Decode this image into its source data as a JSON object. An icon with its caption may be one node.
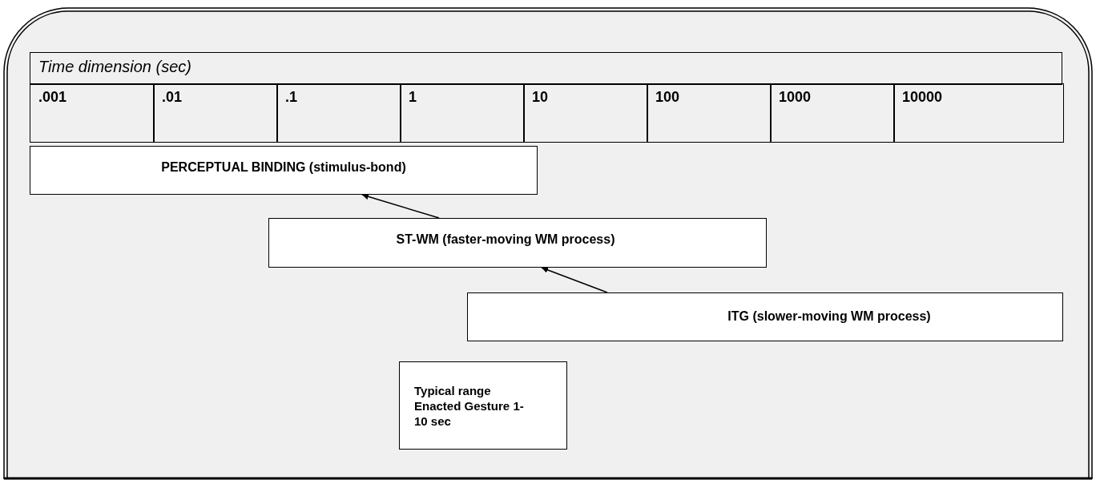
{
  "diagram": {
    "nodes": [
      {
        "text": [
          "PERCEPTUAL BINDING (stimulus-bond)"
        ]
      },
      {
        "text": [
          "ST-WM (faster-moving WM process)"
        ]
      },
      {
        "text": [
          "ITG (slower-moving WM process)"
        ]
      },
      {
        "text": [
          "Typical range Enacted Gesture 1-10 sec"
        ]
      }
    ],
    "edges": [
      {
        "from": 1,
        "to": 0,
        "arrow": "to"
      },
      {
        "from": 2,
        "to": 1,
        "arrow": "to"
      }
    ],
    "labels": [
      "Time dimension (sec)",
      ".001",
      ".01",
      ".1",
      "1",
      "10",
      "100",
      "1000",
      "10000"
    ]
  }
}
